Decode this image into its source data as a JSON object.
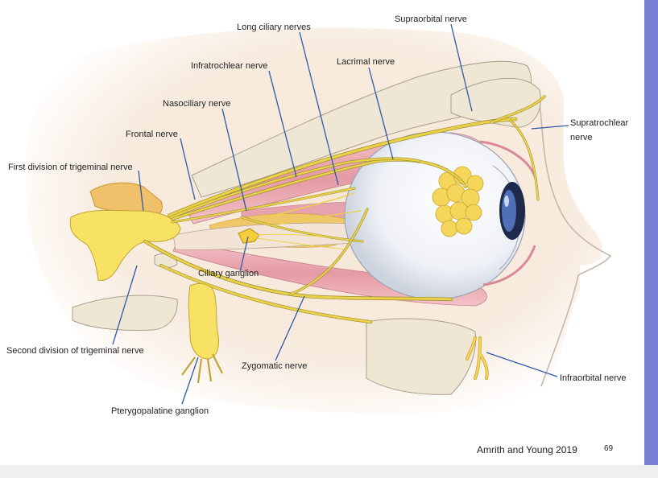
{
  "labels": {
    "long_ciliary": "Long ciliary nerves",
    "supraorbital": "Supraorbital nerve",
    "infratrochlear": "Infratrochlear nerve",
    "lacrimal": "Lacrimal nerve",
    "nasociliary": "Nasociliary nerve",
    "frontal": "Frontal nerve",
    "first_division": "First division of trigeminal nerve",
    "supratrochlear_1": "Supratrochlear",
    "supratrochlear_2": "nerve",
    "ciliary_ganglion": "Ciliary ganglion",
    "second_division": "Second division of trigeminal nerve",
    "zygomatic": "Zygomatic nerve",
    "infraorbital": "Infraorbital nerve",
    "pterygopalatine": "Pterygopalatine ganglion"
  },
  "footer": {
    "citation": "Amrith and Young 2019",
    "page_number": "69"
  },
  "colors": {
    "nerve": "#e9d24a",
    "leader_line": "#2d5aa8",
    "side_bar": "#7a7fd6",
    "bone": "#efe6d4",
    "muscle": "#e8a4ac"
  }
}
